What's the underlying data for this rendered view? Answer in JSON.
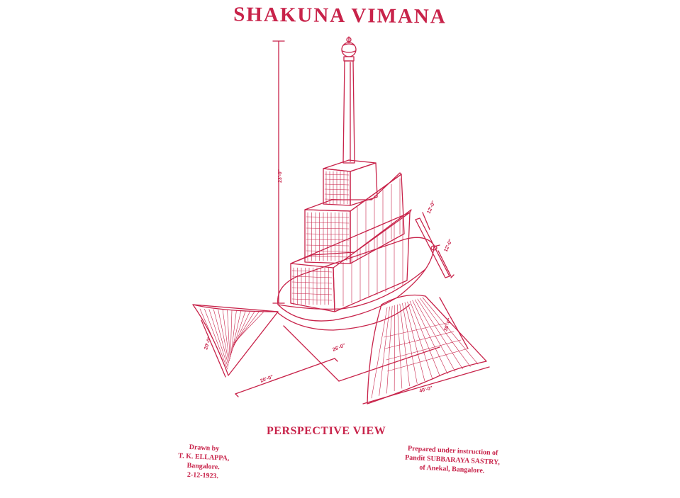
{
  "title": "SHAKUNA VIMANA",
  "subtitle": "PERSPECTIVE VIEW",
  "credits": {
    "drawn_by": [
      "Drawn by",
      "T. K. ELLAPPA,",
      "Bangalore.",
      "2-12-1923."
    ],
    "prepared_by": [
      "Prepared under instruction of",
      "Pandit SUBBARAYA SASTRY,",
      "of Anekal, Bangalore."
    ]
  },
  "dimensions": {
    "height": "23'-0\"",
    "propeller_top": "12'-0\"",
    "propeller_bottom": "12'-0\"",
    "tail_span": "20'-0\"",
    "wing_right_length": "30'-0\"",
    "wing_right_base": "40'-0\"",
    "body_length": "26'-0\"",
    "tail_length": "20'-0\""
  },
  "colors": {
    "ink": "#c8234a",
    "paper": "#ffffff"
  }
}
